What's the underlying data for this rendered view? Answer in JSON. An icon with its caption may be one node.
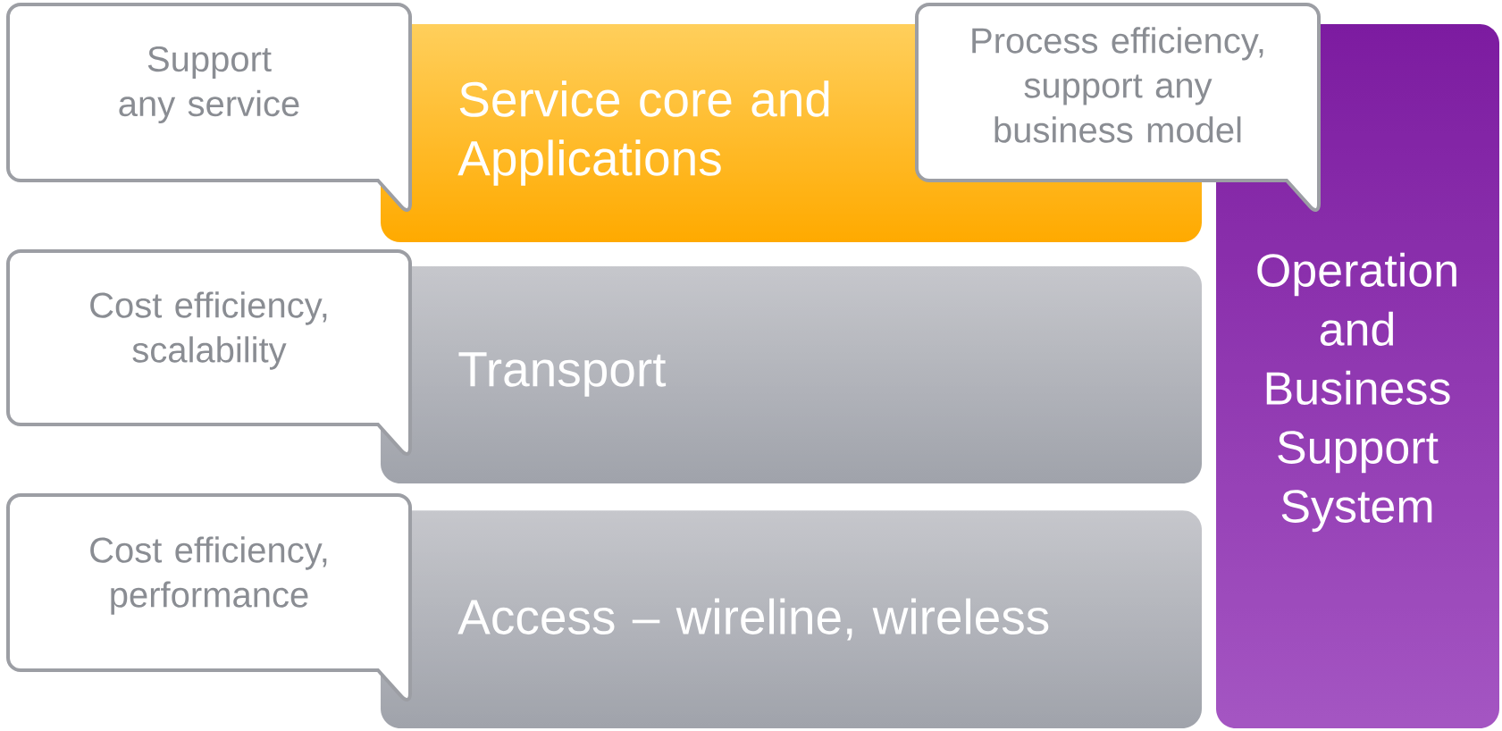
{
  "diagram": {
    "nodes": [
      {
        "text": [
          "Support any service"
        ]
      },
      {
        "text": [
          "Service core and Applications"
        ]
      },
      {
        "text": [
          "Process efficiency, support any business model"
        ]
      },
      {
        "text": [
          "Operation and Business Support System"
        ]
      },
      {
        "text": [
          "Cost efficiency, scalability"
        ]
      },
      {
        "text": [
          "Transport"
        ]
      },
      {
        "text": [
          "Cost efficiency, performance"
        ]
      },
      {
        "text": [
          "Access – wireline, wireless"
        ]
      }
    ]
  }
}
